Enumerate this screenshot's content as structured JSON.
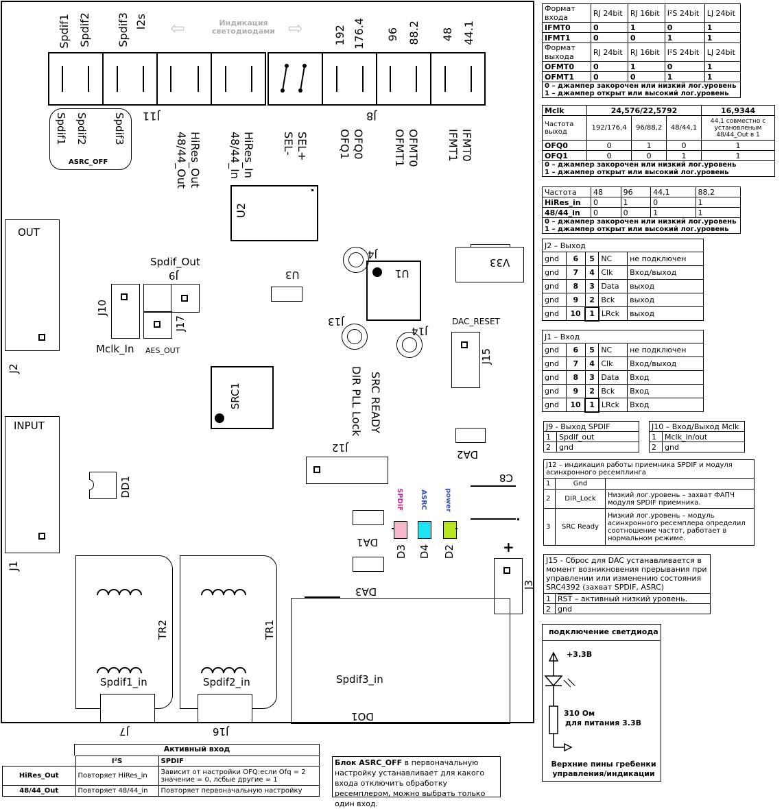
{
  "board": {
    "top_labels": {
      "spdif1": "Spdif1",
      "spdif2": "Spdif2",
      "spdif3": "Spdif3",
      "i2s": "I2s",
      "led_note": "Индикация\nсветодиодами",
      "f192": "192",
      "f176": "176.4",
      "f96": "96",
      "f88": "88.2",
      "f48": "48",
      "f44": "44.1"
    },
    "j11": "J11",
    "j8": "J8",
    "asrc": {
      "spdif1": "Spdif1",
      "spdif2": "Spdif2",
      "spdif3": "Spdif3",
      "title": "ASRC_OFF"
    },
    "mid_labels": {
      "hires_out": "HiRes_Out\n48/44_Out",
      "hires_in": "HiRes_In\n48/44_In",
      "sel": "SEL+\nSEL-",
      "ofq": "OFQ0\nOFQ1",
      "ofmt": "OFMT0\nOFMT1",
      "ifmt": "IFMT0\nIFMT1"
    },
    "u2": "U2",
    "out": "OUT",
    "j2": "J2",
    "input": "INPUT",
    "j1": "J1",
    "spdif_out": "Spdif_Out",
    "j9": "J9",
    "j10": "J10",
    "j17": "J17",
    "mclk_in": "Mclk_In",
    "aes_out": "AES_OUT",
    "u3": "U3",
    "j4": "J4",
    "u1": "U1",
    "v33": "V33",
    "j13": "J13",
    "j14": "J14",
    "dac_reset": "DAC_RESET",
    "j15": "J15",
    "src1": "SRC1",
    "dir_pll": "DIR PLL Lock",
    "src_ready": "SRC READY",
    "j12": "J12",
    "da2": "DA2",
    "dd1": "DD1",
    "c8": "C8",
    "led_spdif": "SPDIF",
    "led_asrc": "ASRC",
    "led_power": "power",
    "da1": "DA1",
    "d3": "D3",
    "d4": "D4",
    "d2": "D2",
    "plus": "+",
    "j3": "J3",
    "da3": "DA3",
    "tr2": "TR2",
    "tr1": "TR1",
    "spdif1_in": "Spdif1_in",
    "spdif2_in": "Spdif2_in",
    "spdif3_in": "Spdif3_in",
    "j7": "J7",
    "j16": "J16",
    "do1": "DO1",
    "led_colors": {
      "spdif": "#f6b8c8",
      "asrc": "#1ee3f0",
      "power": "#b5e61d"
    }
  },
  "table_fmt": {
    "rows": [
      [
        "Формат входа",
        "RJ 24bit",
        "RJ 16bit",
        "I²S 24bit",
        "LJ 24bit"
      ],
      [
        "IFMT0",
        "0",
        "1",
        "0",
        "1"
      ],
      [
        "IFMT1",
        "0",
        "0",
        "1",
        "1"
      ],
      [
        "Формат выхода",
        "RJ 24bit",
        "RJ 16bit",
        "I²S 24bit",
        "LJ 24bit"
      ],
      [
        "OFMT0",
        "0",
        "1",
        "0",
        "1"
      ],
      [
        "OFMT1",
        "0",
        "0",
        "1",
        "1"
      ]
    ],
    "note1": "0 – джампер закорочен или низкий лог.уровень",
    "note2": "1 – джампер открыт или высокий лог.уровень"
  },
  "table_mclk": {
    "head": [
      "Mclk",
      "24,576/22,5792",
      "16,9344"
    ],
    "rows": [
      [
        "Частота выход",
        "192/176,4",
        "96/88,2",
        "48/44,1",
        "44,1 совместно с установленым 48/44_Out в 1"
      ],
      [
        "OFQ0",
        "0",
        "1",
        "0",
        "1"
      ],
      [
        "OFQ1",
        "0",
        "0",
        "1",
        "1"
      ]
    ],
    "note1": "0 – джампер закорочен или низкий лог.уровень",
    "note2": "1 – джампер открыт или высокий лог.уровень"
  },
  "table_freq": {
    "rows": [
      [
        "Частота",
        "48",
        "96",
        "44,1",
        "88,2"
      ],
      [
        "HiRes_in",
        "0",
        "1",
        "0",
        "1"
      ],
      [
        "48/44_in",
        "0",
        "0",
        "1",
        "1"
      ]
    ],
    "note1": "0 – джампер закорочен или низкий лог.уровень",
    "note2": "1 – джампер открыт или высокий лог.уровень"
  },
  "table_j2": {
    "title": "J2 – Выход",
    "rows": [
      [
        "gnd",
        "6",
        "5",
        "NC",
        "не подключен"
      ],
      [
        "gnd",
        "7",
        "4",
        "Clk",
        "Вход/выход"
      ],
      [
        "gnd",
        "8",
        "3",
        "Data",
        "выход"
      ],
      [
        "gnd",
        "9",
        "2",
        "Bck",
        "выход"
      ],
      [
        "gnd",
        "10",
        "1",
        "LRck",
        "выход"
      ]
    ]
  },
  "table_j1": {
    "title": "J1 – Вход",
    "rows": [
      [
        "gnd",
        "6",
        "5",
        "NC",
        "не подключен"
      ],
      [
        "gnd",
        "7",
        "4",
        "Clk",
        "Вход/выход"
      ],
      [
        "gnd",
        "8",
        "3",
        "Data",
        "Вход"
      ],
      [
        "gnd",
        "9",
        "2",
        "Bck",
        "Вход"
      ],
      [
        "gnd",
        "10",
        "1",
        "LRck",
        "Вход"
      ]
    ]
  },
  "table_j9": {
    "title": "J9 -  Выход SPDIF",
    "rows": [
      [
        "1",
        "Spdif_out"
      ],
      [
        "2",
        "gnd"
      ]
    ]
  },
  "table_j10": {
    "title": "J10 – Вход/Выход Mclk",
    "rows": [
      [
        "1",
        "Mclk_in/out"
      ],
      [
        "2",
        "gnd"
      ]
    ]
  },
  "table_j12": {
    "title": "J12 – индикация работы приемника SPDIF и модуля асинхронного ресемплинга",
    "rows": [
      [
        "1",
        "Gnd",
        ""
      ],
      [
        "2",
        "DIR_Lock",
        "Низкий лог.уровень – захват ФАПЧ модуля SPDIF приемника."
      ],
      [
        "3",
        "SRC Ready",
        "Низкий лог.уровень – модуль асинхронного ресемплера определил соотношение частот, работает в нормальном режиме."
      ]
    ]
  },
  "table_j15": {
    "title": "J15 -  Сброс для DAC устанавливается в момент возникновения прерывания при управлении или изменению состояния SRC4392 (захват SPDIF, ASRC)",
    "rows": [
      [
        "1",
        "RST",
        "– активный низкий уровень."
      ],
      [
        "2",
        "gnd",
        ""
      ]
    ]
  },
  "led_box": {
    "title": "подключение светдиода",
    "vcc": "+3.3В",
    "res": "310 Ом",
    "res_note": "для питания 3.3В",
    "footer": "Верхние пины гребенки управления/индикации"
  },
  "bottom_table": {
    "title": "Активный вход",
    "col1": "I²S",
    "col2": "SPDIF",
    "rows": [
      [
        "HiRes_Out",
        "Повторяет HiRes_in",
        "Зависит от настройки OFQ:если  Ofq = 2 значение = 0, лсбые другие = 1"
      ],
      [
        "48/44_Out",
        "Повторяет 48/44_in",
        "Повторяет первоначальную настройку"
      ]
    ]
  },
  "asrc_note": {
    "bold": "Блок ASRC_OFF",
    "text": " в  первоначальную настройку устанавливает для какого входа отключить обработку ресемплером, можно выбрать только один вход."
  }
}
